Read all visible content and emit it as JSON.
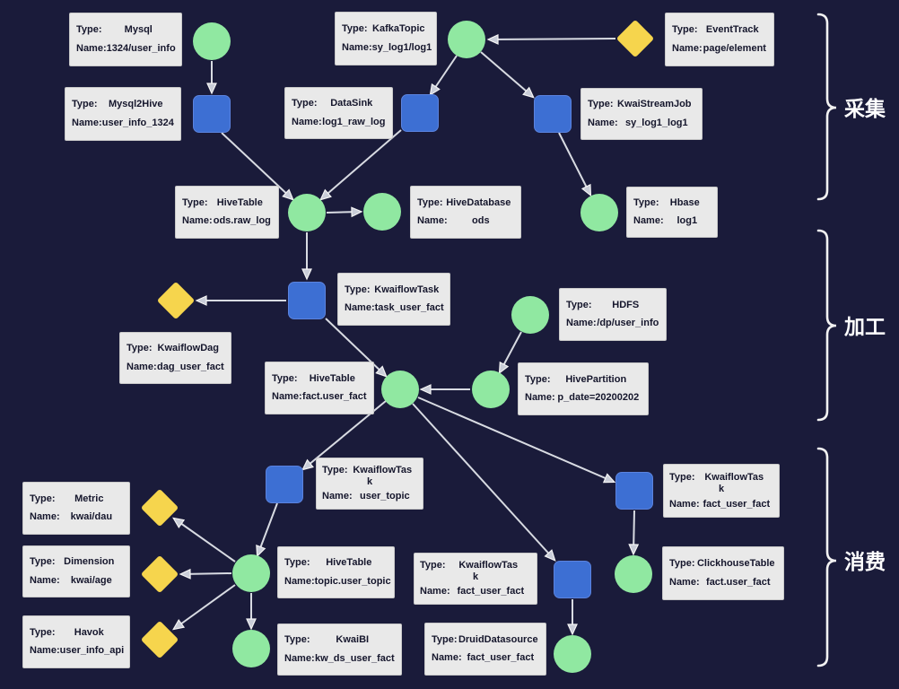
{
  "labels": {
    "type_prefix": "Type:",
    "name_prefix": "Name:"
  },
  "sections": [
    {
      "label": "采集"
    },
    {
      "label": "加工"
    },
    {
      "label": "消费"
    }
  ],
  "colors": {
    "background": "#1a1b3a",
    "label_box": "#e9e9e9",
    "circle_node": "#90e8a1",
    "square_node": "#3d6fd3",
    "diamond_node": "#f6d54d",
    "arrow": "#d8dbe2",
    "brace": "#f2f2f2"
  },
  "boxes": [
    {
      "type": "Mysql",
      "name": "1324/user_info"
    },
    {
      "type": "KafkaTopic",
      "name": "sy_log1/log1"
    },
    {
      "type": "EventTrack",
      "name": "page/element"
    },
    {
      "type": "Mysql2Hive",
      "name": "user_info_1324"
    },
    {
      "type": "DataSink",
      "name": "log1_raw_log"
    },
    {
      "type": "KwaiStreamJob",
      "name": "sy_log1_log1"
    },
    {
      "type": "HiveTable",
      "name": "ods.raw_log"
    },
    {
      "type": "HiveDatabase",
      "name": "ods"
    },
    {
      "type": "Hbase",
      "name": "log1"
    },
    {
      "type": "KwaiflowTask",
      "name": "task_user_fact"
    },
    {
      "type": "KwaiflowDag",
      "name": "dag_user_fact"
    },
    {
      "type": "HiveTable",
      "name": "fact.user_fact"
    },
    {
      "type": "HDFS",
      "name": "/dp/user_info"
    },
    {
      "type": "HivePartition",
      "name": "p_date=20200202"
    },
    {
      "type": "Metric",
      "name": "kwai/dau"
    },
    {
      "type": "Dimension",
      "name": "kwai/age"
    },
    {
      "type": "Havok",
      "name": "user_info_api"
    },
    {
      "type": "KwaiflowTas",
      "type2": "k",
      "name": "user_topic"
    },
    {
      "type": "HiveTable",
      "name": "topic.user_topic"
    },
    {
      "type": "KwaiflowTas",
      "type2": "k",
      "name": "fact_user_fact"
    },
    {
      "type": "KwaiBI",
      "name": "kw_ds_user_fact"
    },
    {
      "type": "DruidDatasource",
      "name": "fact_user_fact"
    },
    {
      "type": "KwaiflowTas",
      "type2": "k",
      "name": "fact_user_fact"
    },
    {
      "type": "ClickhouseTable",
      "name": "fact.user_fact"
    }
  ]
}
